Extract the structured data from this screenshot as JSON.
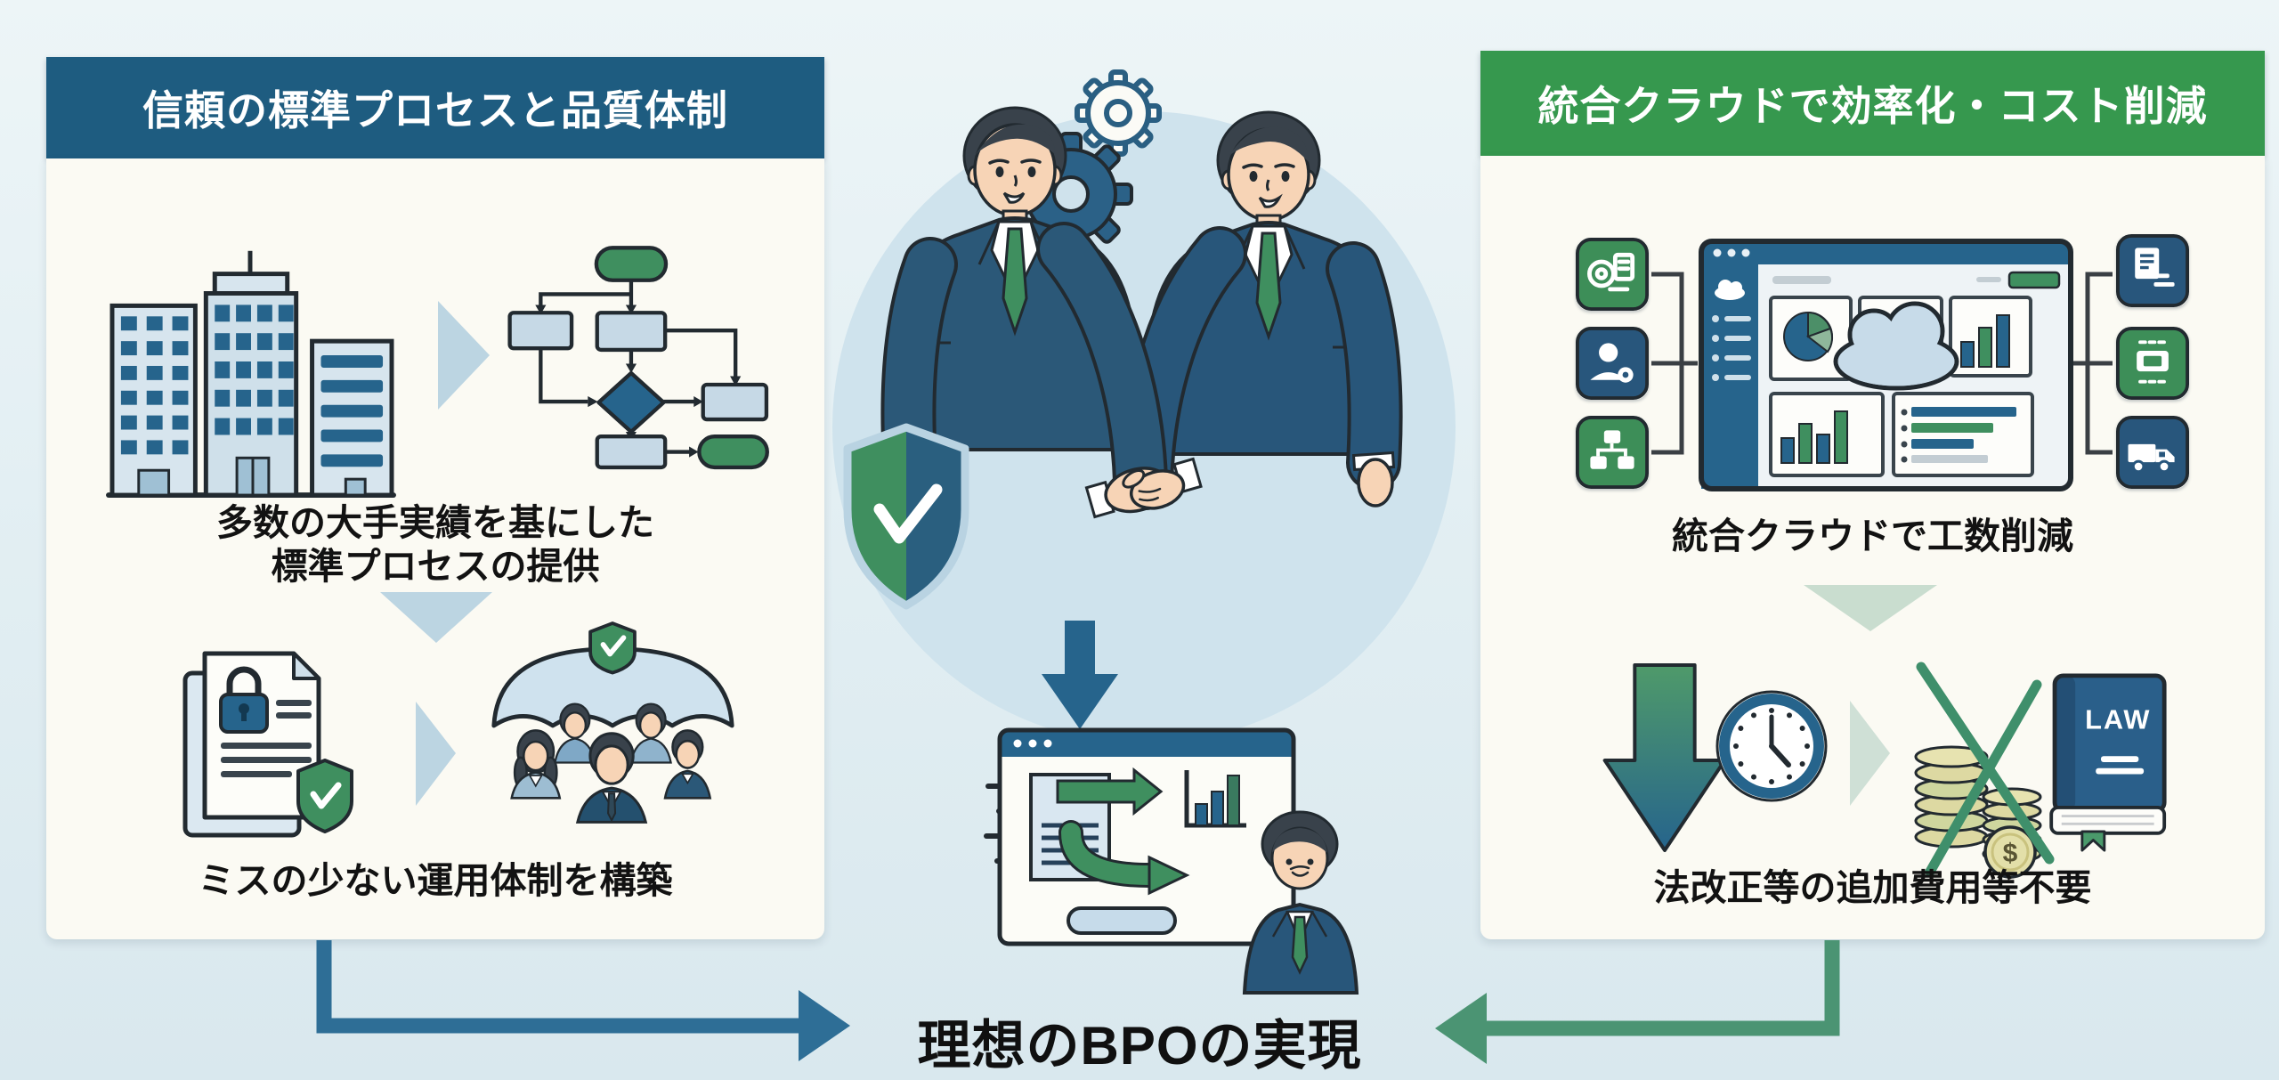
{
  "title": "理想のBPOの実現",
  "left_panel": {
    "header": "信頼の標準プロセスと品質体制",
    "step1_caption_line1": "多数の大手実績を基にした",
    "step1_caption_line2": "標準プロセスの提供",
    "step2_caption": "ミスの少ない運用体制を構築"
  },
  "right_panel": {
    "header": "統合クラウドで効率化・コスト削減",
    "step1_caption": "統合クラウドで工数削減",
    "step2_caption": "法改正等の追加費用等不要"
  },
  "center_illustration": {
    "law_book_label": "LAW",
    "coin_symbol": "$"
  },
  "colors": {
    "background": "#e3eff3",
    "left_header_bg": "#1e5c80",
    "right_header_bg": "#36984e",
    "panel_bg": "#fbfaf3",
    "accent_blue": "#26648c",
    "accent_green": "#3f8f5f",
    "connector_blue": "#2e6e96",
    "connector_green": "#4b9473",
    "text": "#121212"
  }
}
